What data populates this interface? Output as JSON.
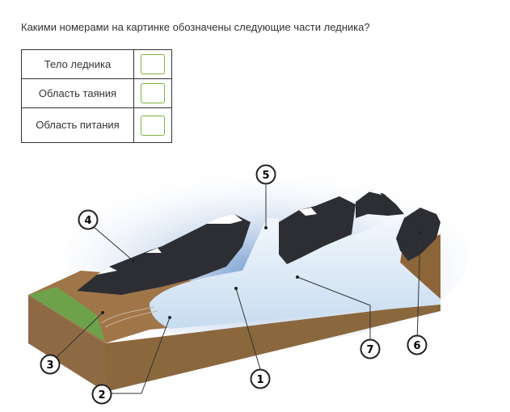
{
  "question": "Какими номерами на картинке обозначены следующие части ледника?",
  "rows": [
    {
      "label": "Тело ледника",
      "value": ""
    },
    {
      "label": "Область таяния",
      "value": ""
    },
    {
      "label": "Область питания",
      "value": ""
    }
  ],
  "diagram": {
    "labels": [
      "1",
      "2",
      "3",
      "4",
      "5",
      "6",
      "7"
    ]
  },
  "colors": {
    "input_border": "#7ab23c",
    "ice": "#dce9f6",
    "rock": "#2b2b2e",
    "earth": "#a57a4c",
    "grass": "#6ea24a"
  }
}
